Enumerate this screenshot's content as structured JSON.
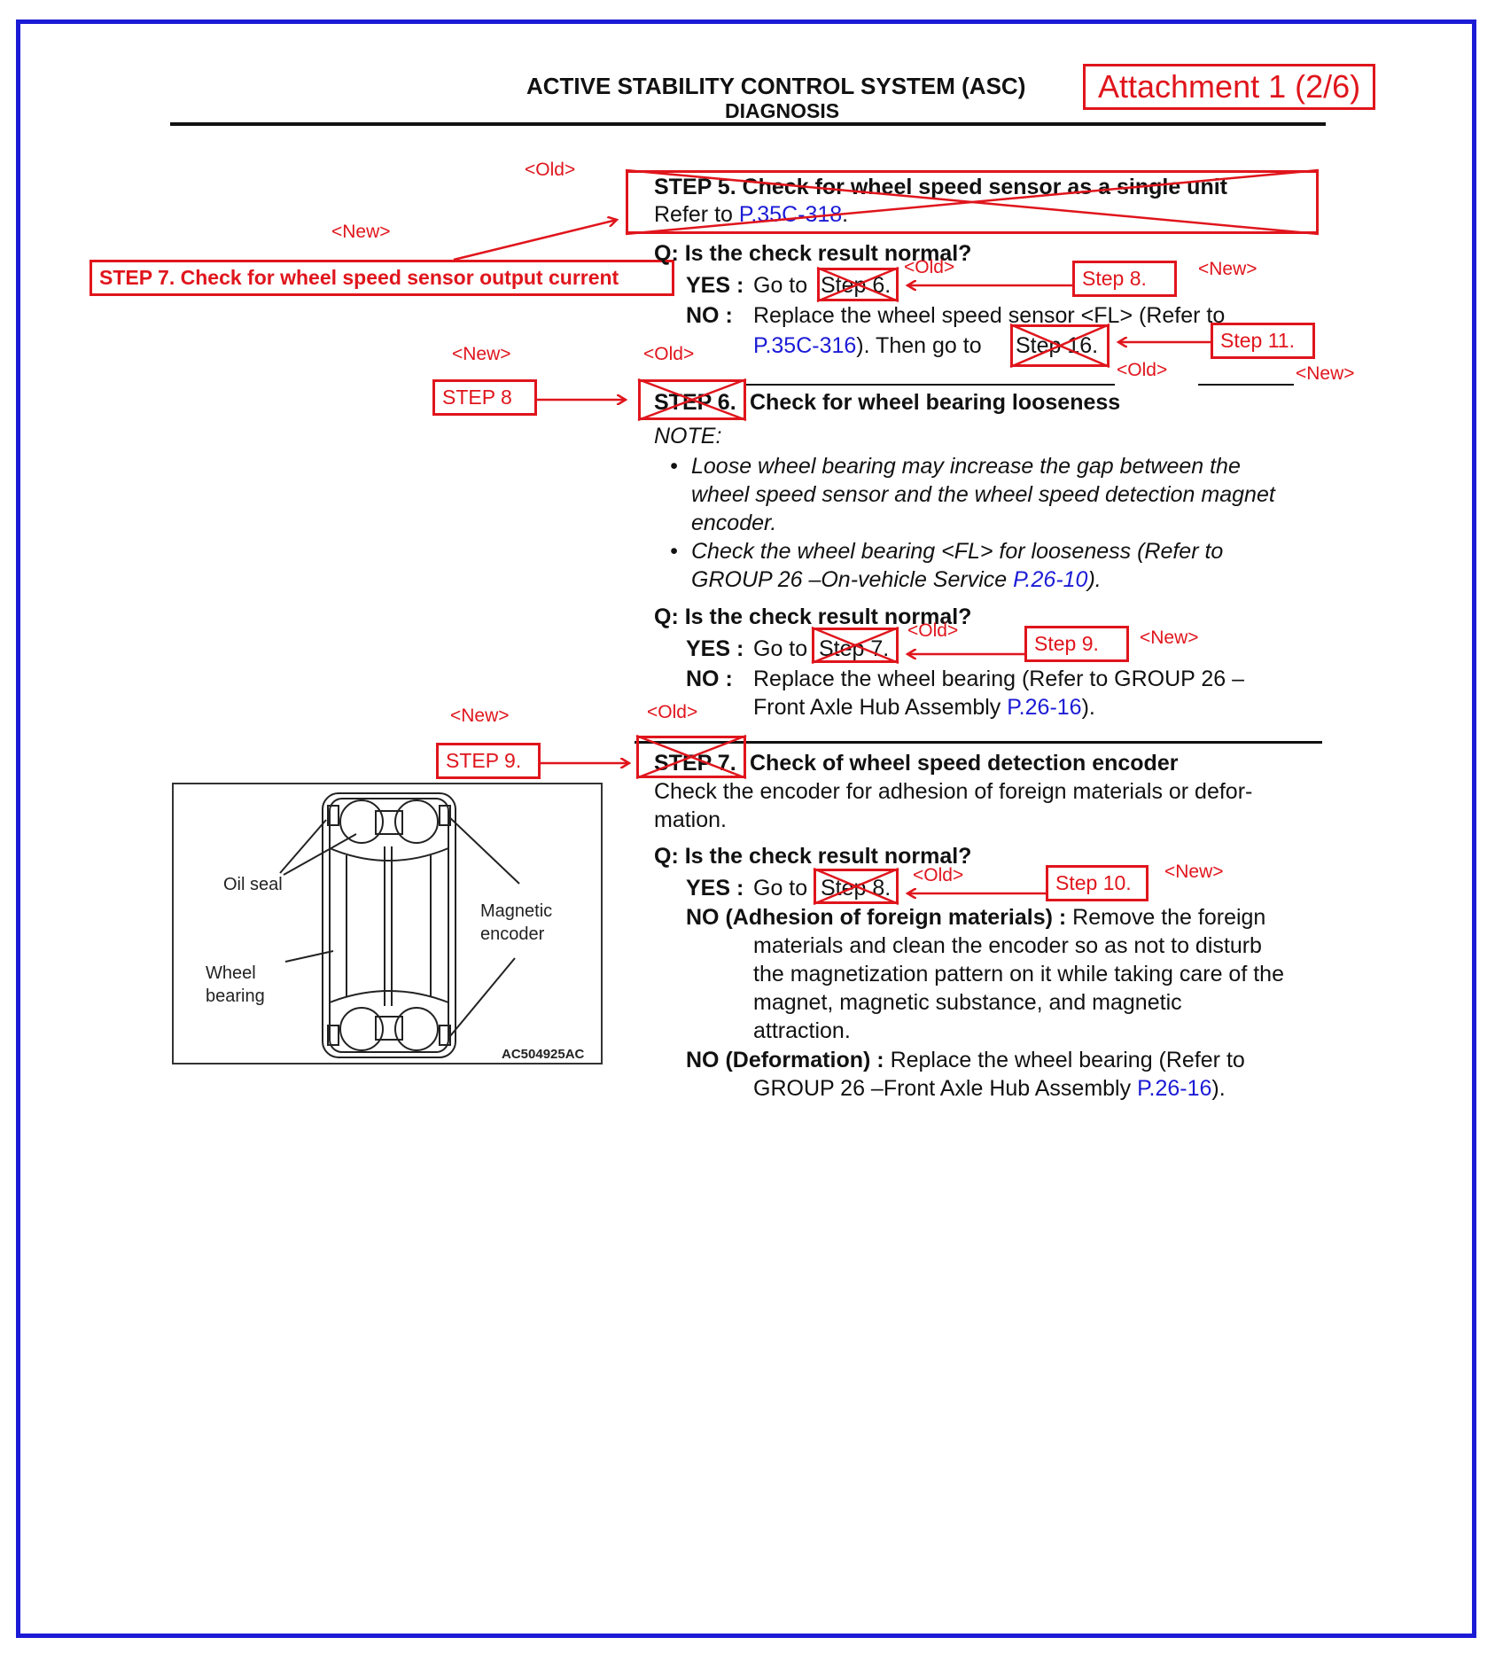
{
  "header": {
    "title": "ACTIVE STABILITY CONTROL SYSTEM (ASC)",
    "subtitle": "DIAGNOSIS",
    "attachment": "Attachment 1 (2/6)"
  },
  "tags": {
    "old": "<Old>",
    "new": "<New>"
  },
  "step5": {
    "title": "STEP 5. Check for wheel speed sensor as a single unit",
    "refer": "Refer to ",
    "link": "P.35C-318",
    "period": ".",
    "new_label": "STEP 7. Check for wheel speed sensor output current",
    "question": "Q: Is the check result normal?",
    "yes_label": "YES :",
    "yes_text": "Go to",
    "yes_old": "Step 6.",
    "yes_new": "Step 8.",
    "no_label": "NO :",
    "no_text1": "Replace the wheel speed sensor <FL> (Refer to",
    "no_link": "P.35C-316",
    "no_text2": "). Then go to",
    "no_old": "Step 16.",
    "no_new": "Step 11."
  },
  "step6": {
    "old_num": "STEP 6.",
    "new_num": "STEP 8",
    "title": "Check for wheel bearing looseness",
    "note": "NOTE:",
    "bullet1": "Loose wheel bearing may increase the gap between the",
    "bullet1b": "wheel speed sensor and the wheel speed detection magnet",
    "bullet1c": "encoder.",
    "bullet2": "Check the wheel bearing <FL> for looseness (Refer to",
    "bullet2b": "GROUP 26 –On-vehicle Service ",
    "bullet2_link": "P.26-10",
    "bullet2_end": ").",
    "question": "Q: Is the check result normal?",
    "yes_label": "YES :",
    "yes_text": "Go to",
    "yes_old": "Step 7.",
    "yes_new": "Step 9.",
    "no_label": "NO :",
    "no_text1": "Replace the wheel bearing (Refer to GROUP 26 –",
    "no_text2": "Front Axle Hub Assembly ",
    "no_link": "P.26-16",
    "no_end": ")."
  },
  "step7": {
    "old_num": "STEP 7.",
    "new_num": "STEP 9.",
    "title": "Check of wheel speed detection encoder",
    "desc1": "Check the encoder for adhesion of foreign materials or defor-",
    "desc2": "mation.",
    "question": "Q: Is the check result normal?",
    "yes_label": "YES :",
    "yes_text": "Go to",
    "yes_old": "Step 8.",
    "yes_new": "Step 10.",
    "no1_label": "NO (Adhesion of foreign materials) :",
    "no1_text1": "Remove the foreign",
    "no1_text2": "materials and clean the encoder so as not to disturb",
    "no1_text3": "the magnetization pattern on it while taking care of the",
    "no1_text4": "magnet, magnetic substance, and magnetic",
    "no1_text5": "attraction.",
    "no2_label": "NO (Deformation) :",
    "no2_text1": "Replace the wheel bearing (Refer to",
    "no2_text2": "GROUP 26 –Front Axle Hub Assembly ",
    "no2_link": "P.26-16",
    "no2_end": ")."
  },
  "figure": {
    "oil_seal": "Oil seal",
    "magnetic": "Magnetic",
    "encoder": "encoder",
    "wheel": "Wheel",
    "bearing": "bearing",
    "code": "AC504925AC"
  },
  "colors": {
    "frame": "#1b1bd6",
    "annotation": "#e0151c",
    "link": "#1b1bd6"
  }
}
